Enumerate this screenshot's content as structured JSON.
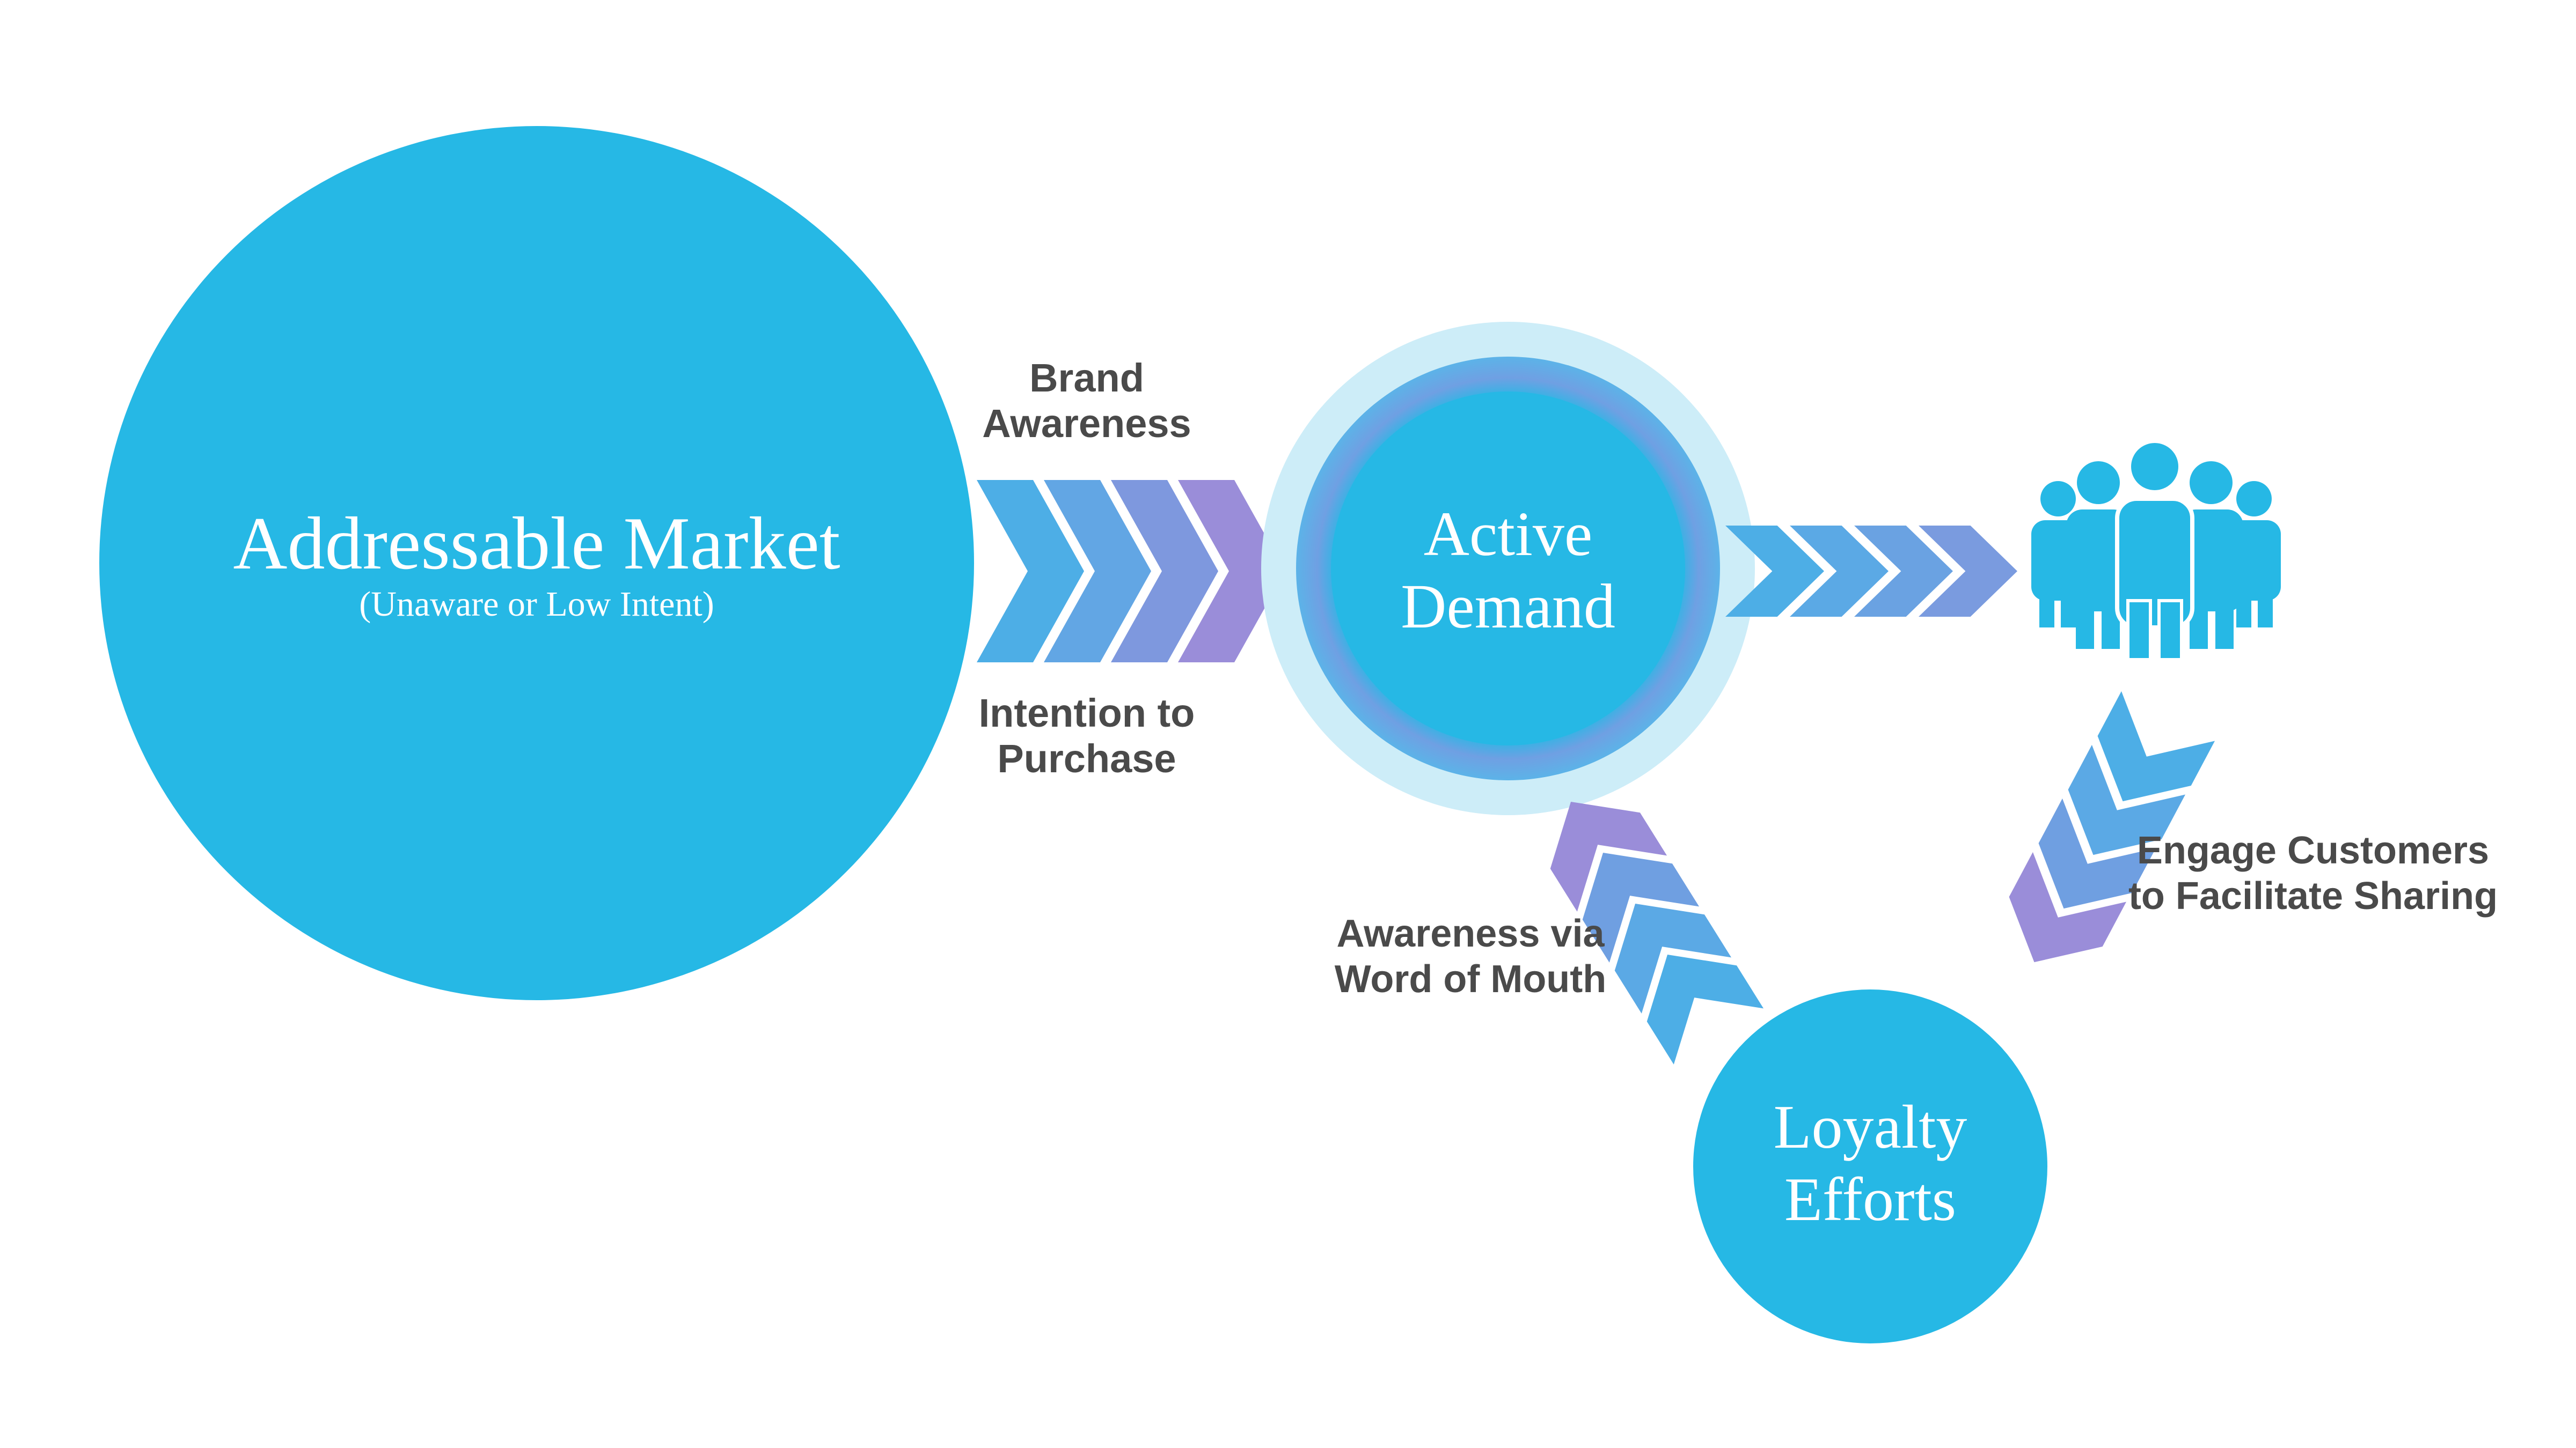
{
  "nodes": {
    "addressable_market": {
      "title": "Addressable Market",
      "subtitle": "(Unaware or Low Intent)"
    },
    "active_demand": {
      "line1": "Active",
      "line2": "Demand"
    },
    "loyalty_efforts": {
      "line1": "Loyalty",
      "line2": "Efforts"
    },
    "customers": {
      "icon": "people-group-icon"
    }
  },
  "labels": {
    "brand_awareness": [
      "Brand",
      "Awareness"
    ],
    "intention_to_purchase": [
      "Intention to",
      "Purchase"
    ],
    "engage_customers": [
      "Engage Customers",
      "to Facilitate Sharing"
    ],
    "word_of_mouth": [
      "Awareness via",
      "Word of Mouth"
    ]
  },
  "colors": {
    "circle": "#26B8E5",
    "halo_outer": "#CDEDF8",
    "halo_ring": "#67A6E4",
    "chevron_start": "#4DAEE6",
    "chevron_end": "#9A8DD9",
    "label_text": "#4A4A4A",
    "circle_text": "#FFFFFF"
  }
}
